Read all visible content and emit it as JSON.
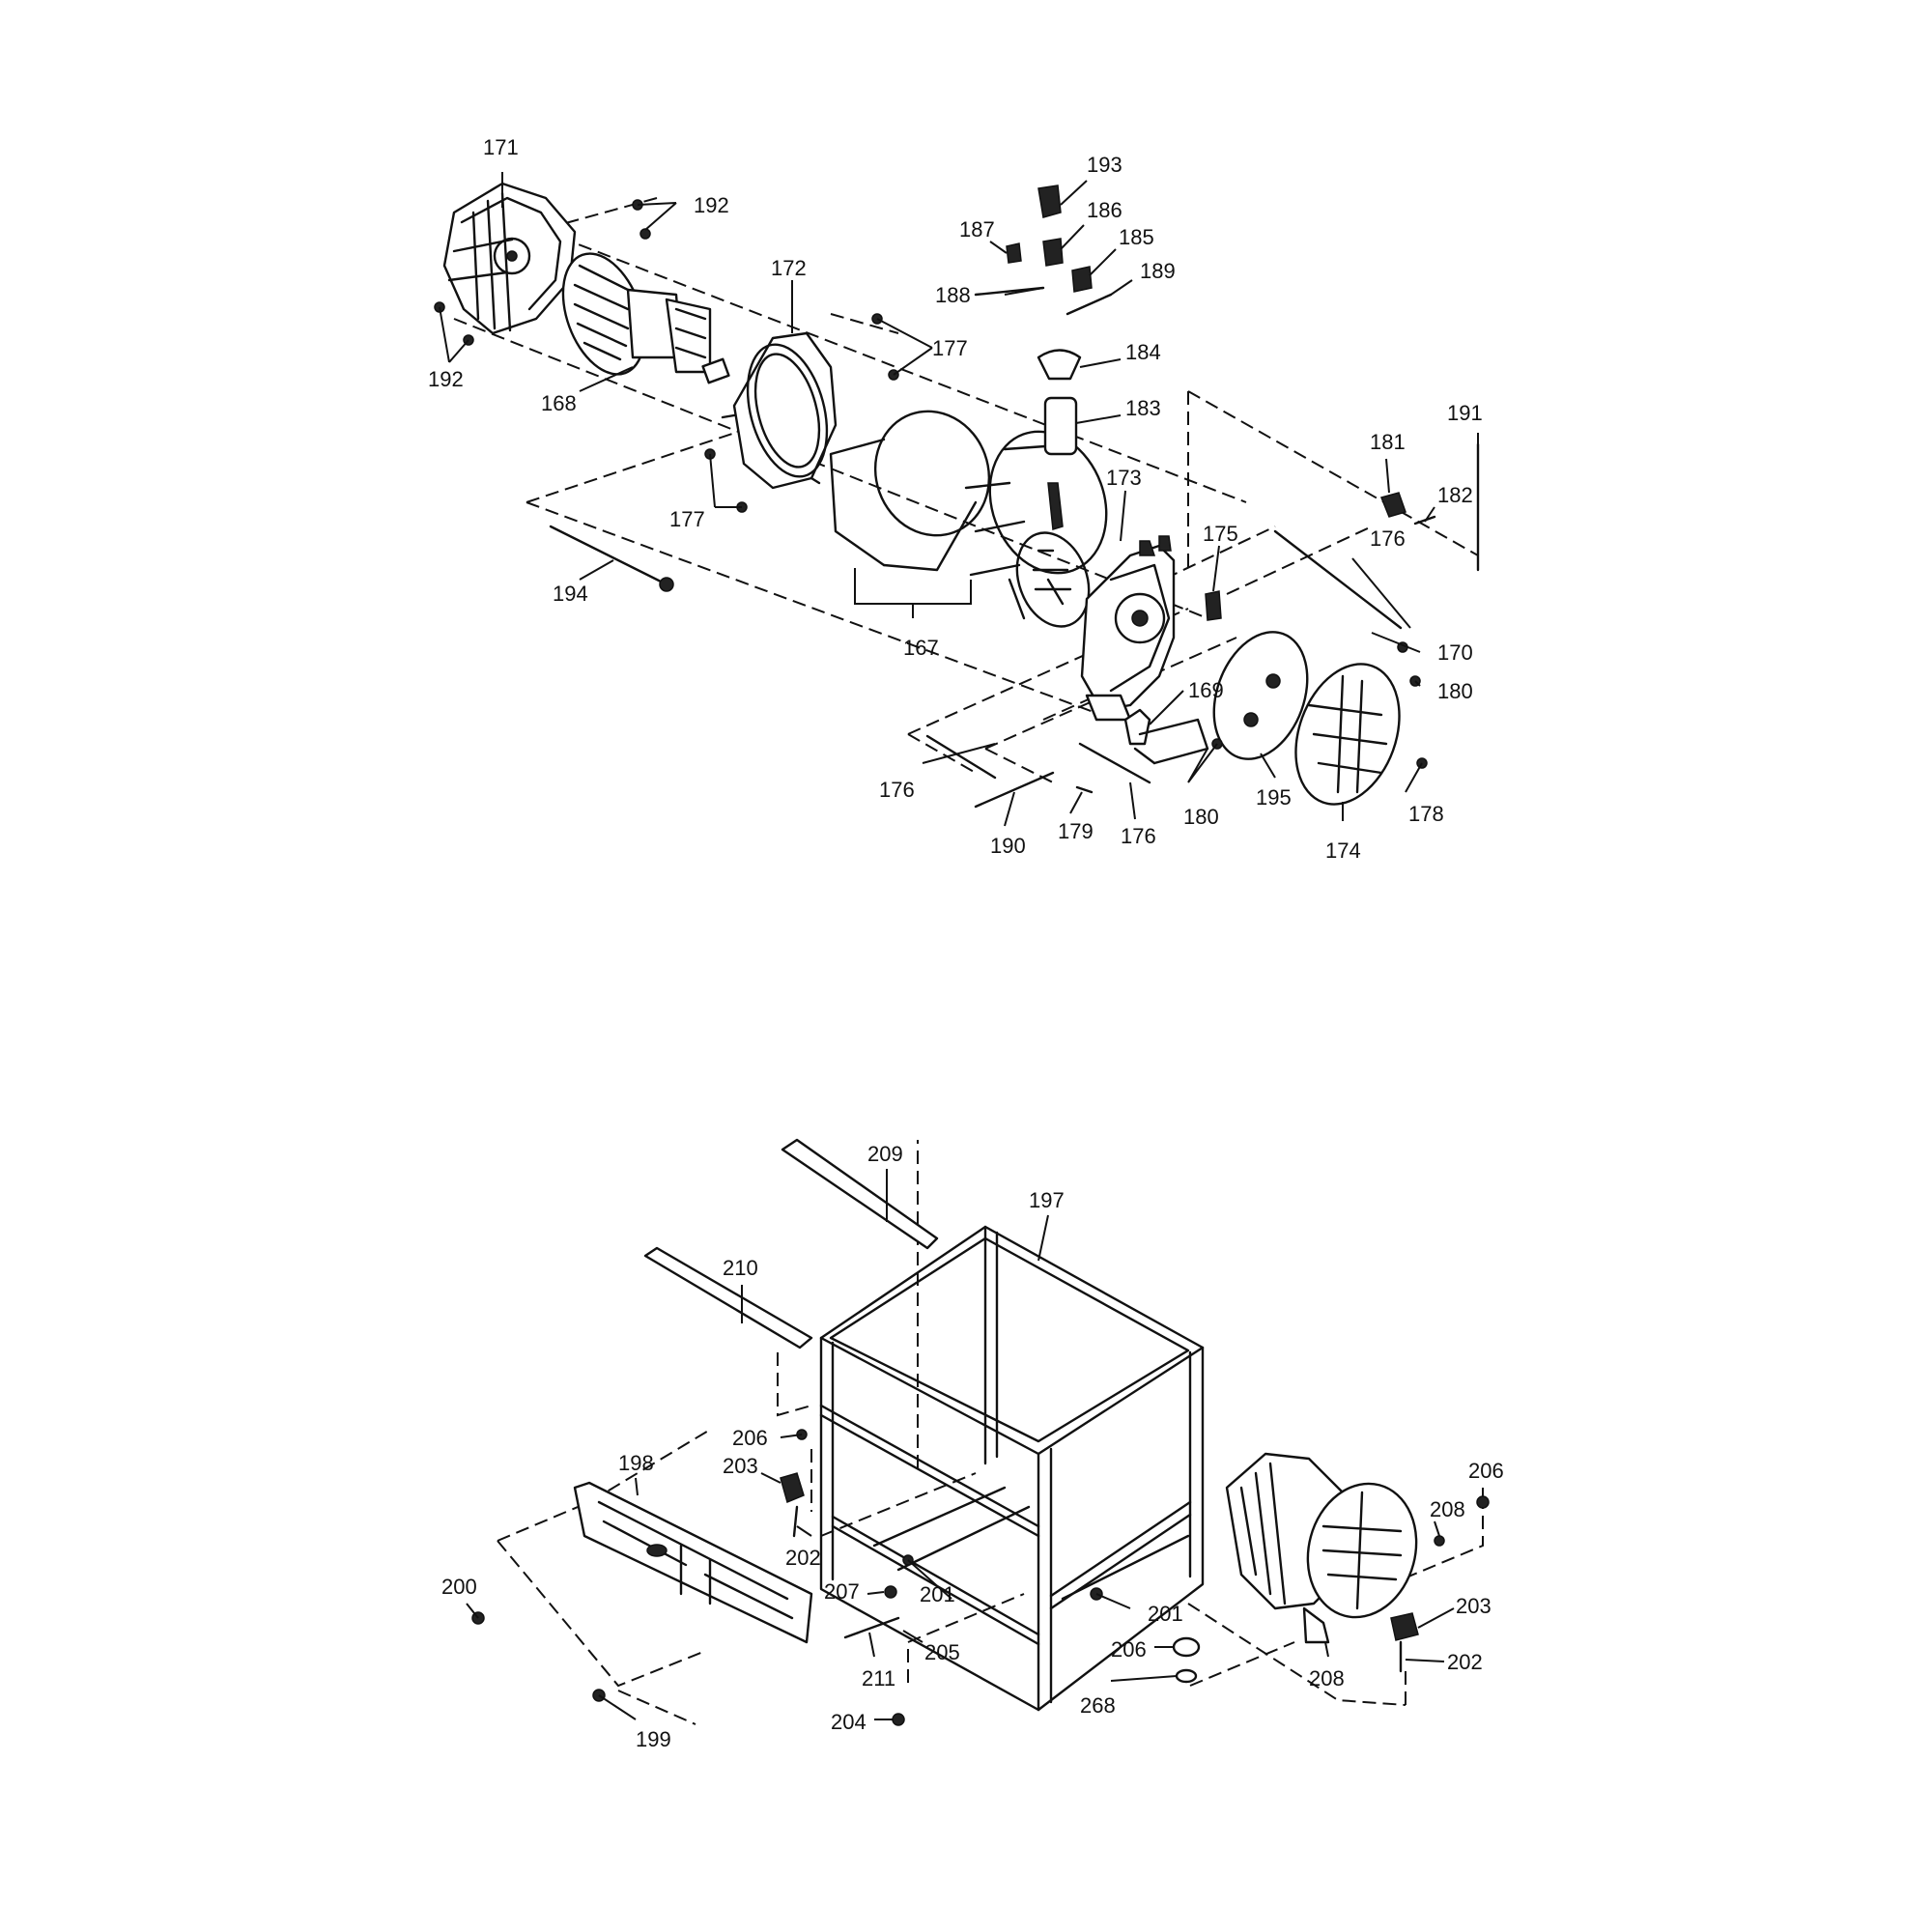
{
  "upper_assembly": {
    "callouts": [
      "171",
      "192",
      "192",
      "172",
      "177",
      "177",
      "168",
      "193",
      "186",
      "187",
      "185",
      "188",
      "189",
      "184",
      "183",
      "191",
      "181",
      "182",
      "173",
      "175",
      "176",
      "176",
      "170",
      "180",
      "180",
      "169",
      "195",
      "174",
      "178",
      "176",
      "179",
      "176",
      "190",
      "167",
      "194"
    ]
  },
  "lower_assembly": {
    "callouts": [
      "209",
      "197",
      "210",
      "206",
      "203",
      "198",
      "202",
      "207",
      "201",
      "201",
      "200",
      "205",
      "211",
      "204",
      "206",
      "268",
      "208",
      "206",
      "208",
      "203",
      "202",
      "199"
    ]
  }
}
